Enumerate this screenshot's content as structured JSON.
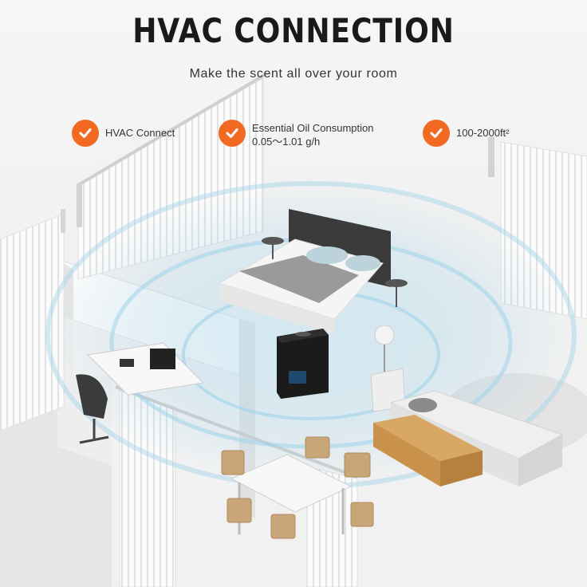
{
  "header": {
    "title": "HVAC CONNECTION",
    "subtitle": "Make the scent all over your room"
  },
  "features": [
    {
      "label": "HVAC Connect",
      "icon": "check-icon"
    },
    {
      "label": "Essential Oil Consumption",
      "detail": "0.05〜1.01 g/h",
      "icon": "check-icon"
    },
    {
      "label": "100-2000ft²",
      "icon": "check-icon"
    }
  ],
  "colors": {
    "accent": "#f26a21",
    "scent_wave": "#8ecae6",
    "device": "#1b1b1b"
  }
}
